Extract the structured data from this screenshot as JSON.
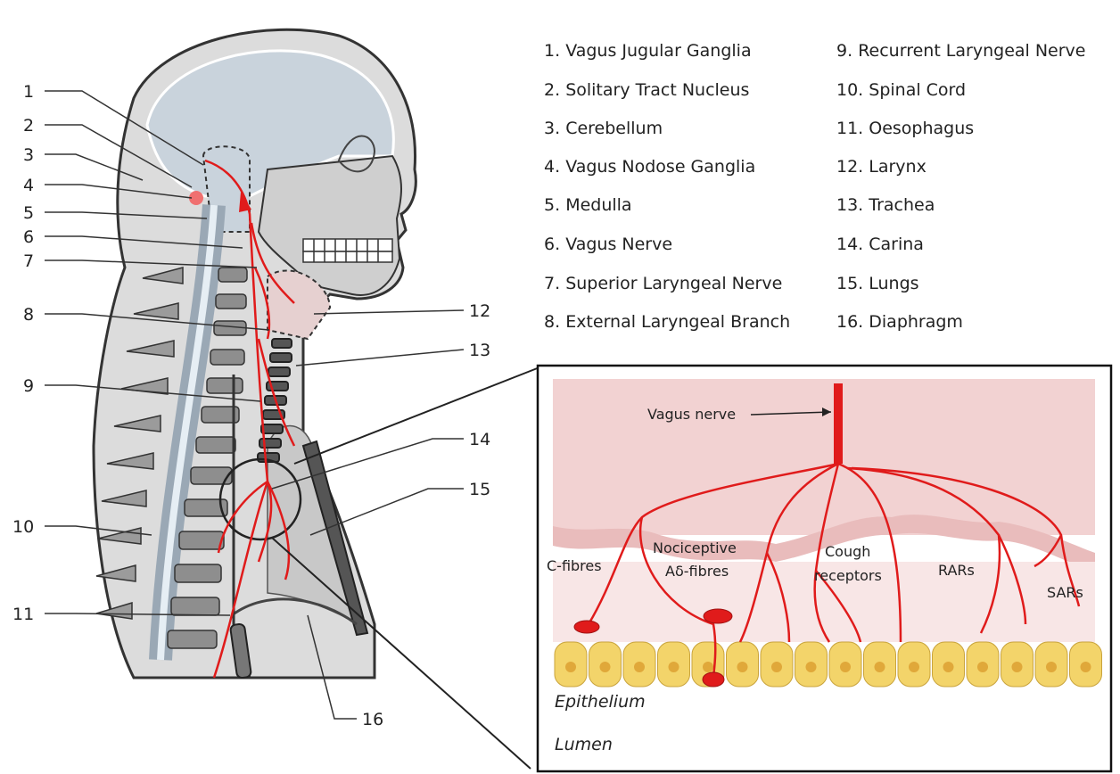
{
  "legend": [
    {
      "num": "1.",
      "name": "Vagus Jugular Ganglia"
    },
    {
      "num": "2.",
      "name": "Solitary Tract Nucleus"
    },
    {
      "num": "3.",
      "name": "Cerebellum"
    },
    {
      "num": "4.",
      "name": "Vagus Nodose Ganglia"
    },
    {
      "num": "5.",
      "name": "Medulla"
    },
    {
      "num": "6.",
      "name": "Vagus Nerve"
    },
    {
      "num": "7.",
      "name": "Superior Laryngeal Nerve"
    },
    {
      "num": "8.",
      "name": "External Laryngeal Branch"
    },
    {
      "num": "9.",
      "name": "Recurrent Laryngeal Nerve"
    },
    {
      "num": "10.",
      "name": "Spinal Cord"
    },
    {
      "num": "11.",
      "name": "Oesophagus"
    },
    {
      "num": "12.",
      "name": "Larynx"
    },
    {
      "num": "13.",
      "name": "Trachea"
    },
    {
      "num": "14.",
      "name": "Carina"
    },
    {
      "num": "15.",
      "name": "Lungs"
    },
    {
      "num": "16.",
      "name": "Diaphragm"
    }
  ],
  "callouts": {
    "c1": "1",
    "c2": "2",
    "c3": "3",
    "c4": "4",
    "c5": "5",
    "c6": "6",
    "c7": "7",
    "c8": "8",
    "c9": "9",
    "c10": "10",
    "c11": "11",
    "c12": "12",
    "c13": "13",
    "c14": "14",
    "c15": "15",
    "c16": "16"
  },
  "inset": {
    "vagus_nerve": "Vagus nerve",
    "c_fibres": "C-fibres",
    "nociceptive_line1": "Nociceptive",
    "nociceptive_line2": "Aδ-fibres",
    "cough_line1": "Cough",
    "cough_line2": "receptors",
    "rars": "RARs",
    "sars": "SARs",
    "epithelium": "Epithelium",
    "lumen": "Lumen"
  },
  "colors": {
    "nerve": "#e01b1b",
    "brain": "#c9d3dc",
    "body": "#d6d6d6",
    "tissue_bg": "#f2d2d2",
    "tissue_light": "#f8e6e6",
    "cells": "#f3d46a",
    "nucleus": "#e0a83a"
  }
}
